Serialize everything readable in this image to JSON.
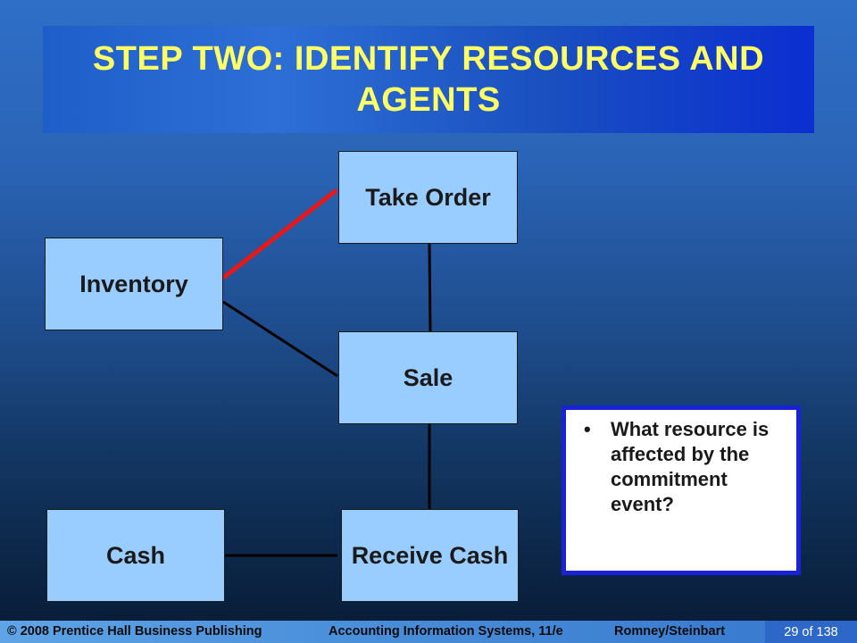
{
  "slide": {
    "title": "STEP TWO: IDENTIFY RESOURCES AND AGENTS"
  },
  "diagram": {
    "boxes": {
      "take_order": "Take Order",
      "inventory": "Inventory",
      "sale": "Sale",
      "cash": "Cash",
      "receive_cash": "Receive Cash"
    },
    "highlight_color": "#e81818",
    "box_color": "#99ccff"
  },
  "callout": {
    "bullet": "•",
    "text": "What resource is affected by the commitment event?"
  },
  "footer": {
    "copyright": "© 2008 Prentice Hall Business Publishing",
    "course": "Accounting Information Systems, 11/e",
    "authors": "Romney/Steinbart",
    "page": "29 of 138"
  }
}
